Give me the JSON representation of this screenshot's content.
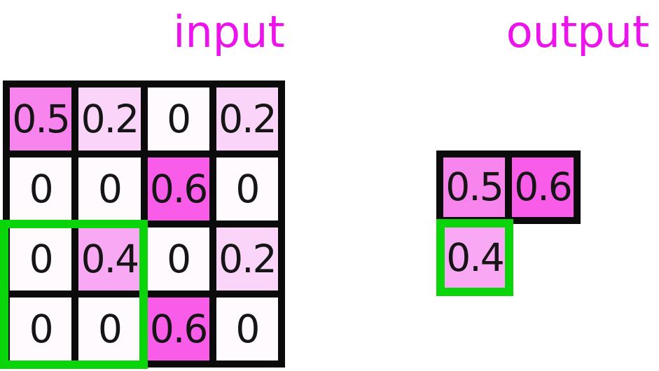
{
  "titles": {
    "input": "input",
    "output": "output"
  },
  "colors": {
    "background": "#ffffff",
    "title_text": "#ec13ec",
    "grid_line": "#0b0b0b",
    "highlight_green": "#0ad40a",
    "number_text": "#151515",
    "value_colors": {
      "0": "#fefafe",
      "0.2": "#fbd5f9",
      "0.4": "#f9a9f3",
      "0.5": "#f884ee",
      "0.6": "#f95ce9"
    }
  },
  "input_grid": {
    "rows": [
      [
        "0.5",
        "0.2",
        "0",
        "0.2"
      ],
      [
        "0",
        "0",
        "0.6",
        "0"
      ],
      [
        "0",
        "0.4",
        "0",
        "0.2"
      ],
      [
        "0",
        "0",
        "0.6",
        "0"
      ]
    ],
    "highlight_region": {
      "row_start": 3,
      "row_end": 4,
      "col_start": 1,
      "col_end": 2
    }
  },
  "output_grid": {
    "cells": [
      {
        "value": "0.5",
        "row": 1,
        "col": 1,
        "highlighted": false
      },
      {
        "value": "0.6",
        "row": 1,
        "col": 2,
        "highlighted": false
      },
      {
        "value": "0.4",
        "row": 2,
        "col": 1,
        "highlighted": true
      }
    ]
  }
}
